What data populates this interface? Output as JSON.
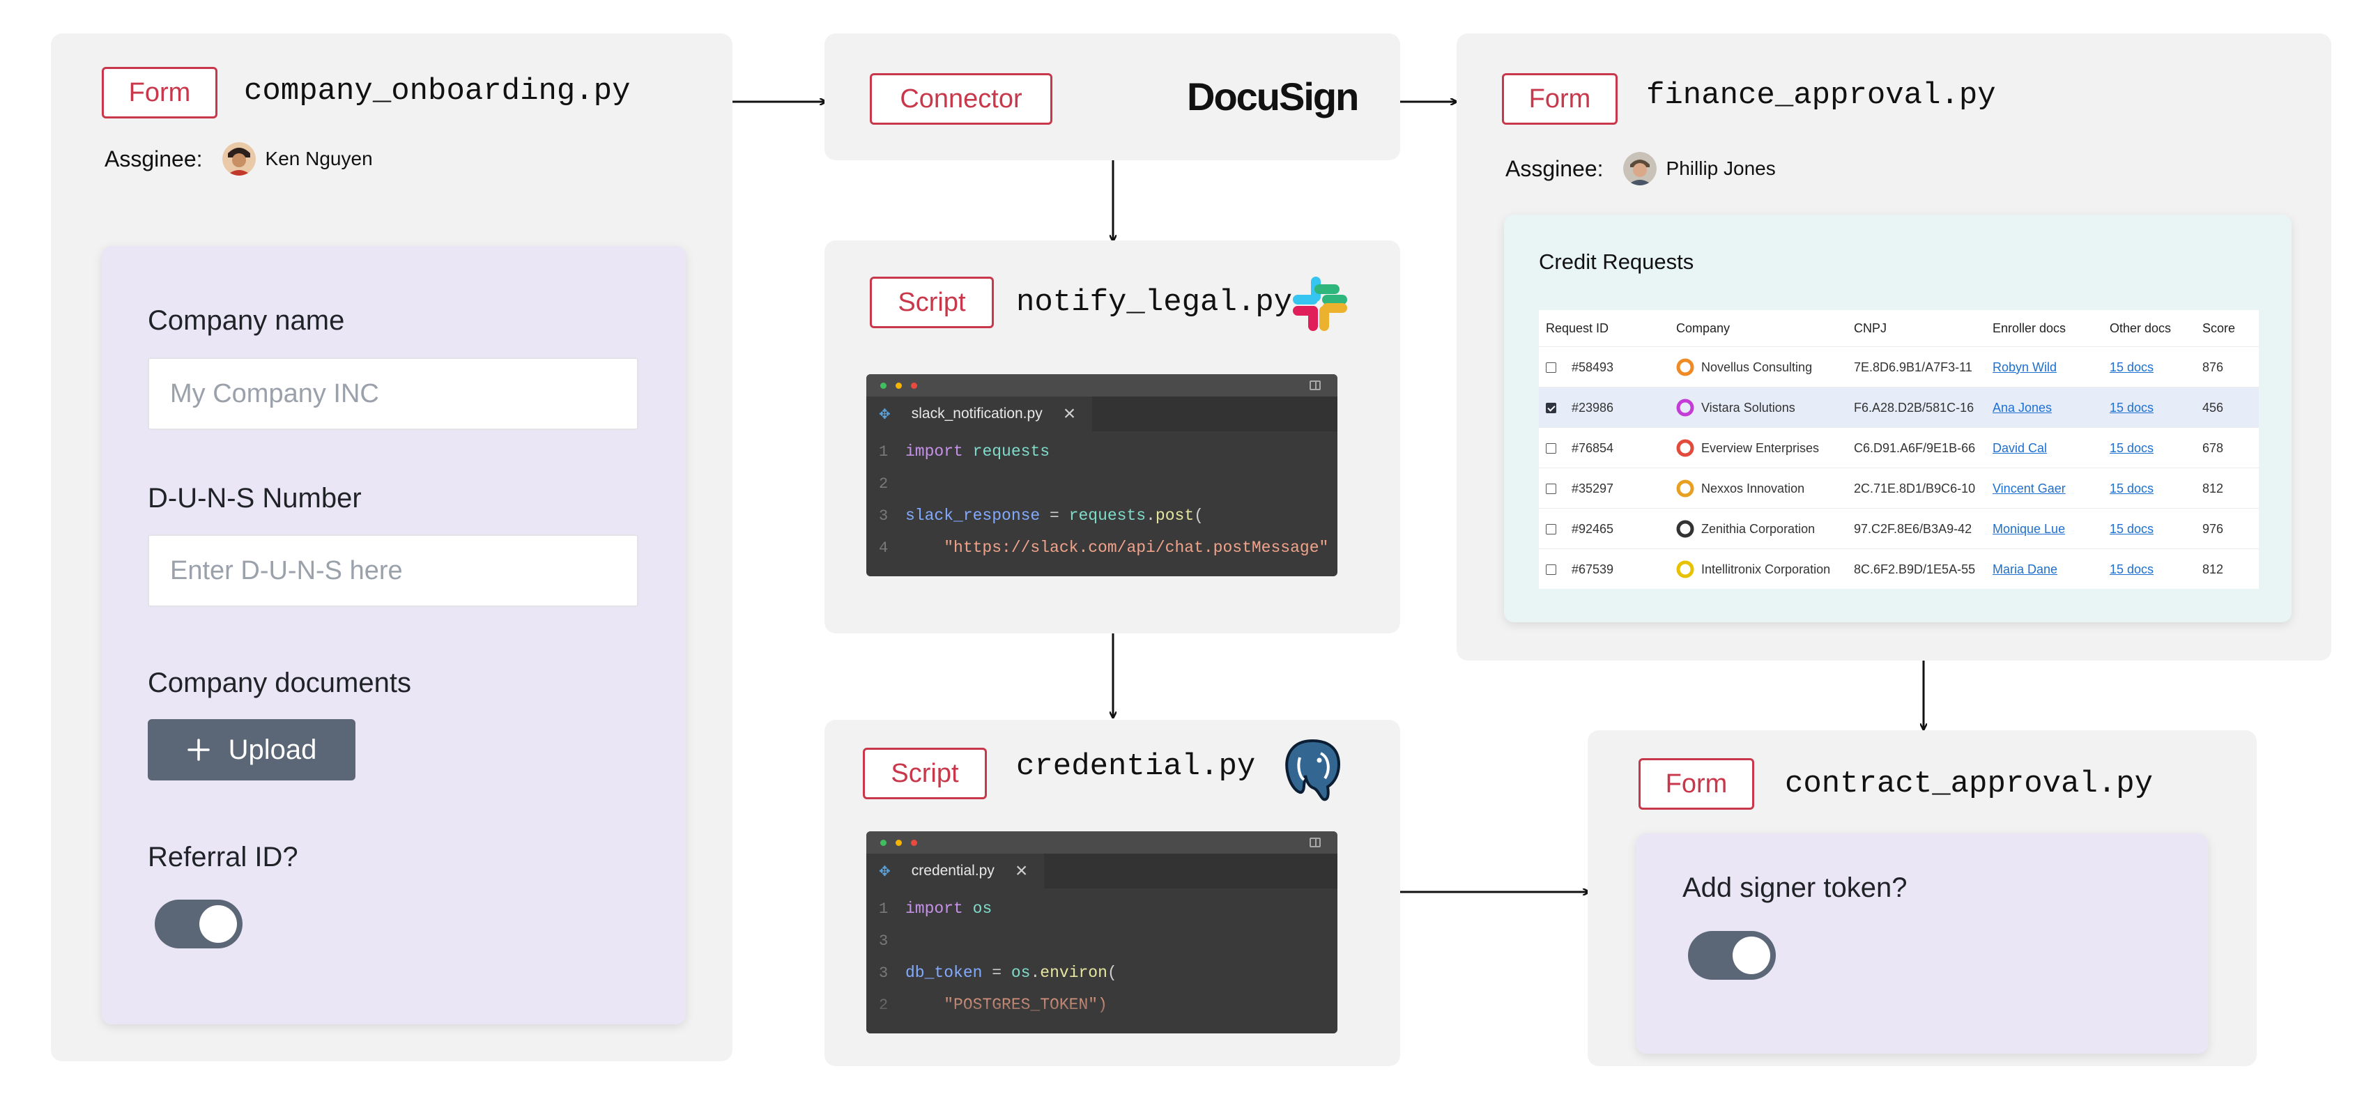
{
  "nodes": {
    "company_onboarding": {
      "tag": "Form",
      "filename": "company_onboarding.py",
      "assignee_label": "Assginee:",
      "assignee_name": "Ken Nguyen",
      "fields": {
        "company_name_label": "Company name",
        "company_name_placeholder": "My Company INC",
        "duns_label": "D-U-N-S Number",
        "duns_placeholder": "Enter D-U-N-S here",
        "documents_label": "Company documents",
        "upload_label": "Upload",
        "referral_label": "Referral ID?",
        "referral_toggle_on": true
      }
    },
    "docusign": {
      "tag": "Connector",
      "brand": "DocuSign"
    },
    "notify_legal": {
      "tag": "Script",
      "filename": "notify_legal.py",
      "icon": "slack-logo-icon",
      "editor": {
        "tab": "slack_notification.py",
        "lines": [
          {
            "n": "1",
            "code": "import requests"
          },
          {
            "n": "2",
            "code": ""
          },
          {
            "n": "3",
            "code": "slack_response = requests.post("
          },
          {
            "n": "4",
            "code": "    \"https://slack.com/api/chat.postMessage\""
          }
        ]
      }
    },
    "credential": {
      "tag": "Script",
      "filename": "credential.py",
      "icon": "postgresql-elephant-icon",
      "editor": {
        "tab": "credential.py",
        "lines": [
          {
            "n": "1",
            "code": "import os"
          },
          {
            "n": "3",
            "code": ""
          },
          {
            "n": "3",
            "code": "db_token = os.environ("
          },
          {
            "n": "2",
            "code": "    \"POSTGRES_TOKEN\")"
          }
        ]
      }
    },
    "finance_approval": {
      "tag": "Form",
      "filename": "finance_approval.py",
      "assignee_label": "Assginee:",
      "assignee_name": "Phillip Jones",
      "table": {
        "title": "Credit Requests",
        "columns": [
          "Request ID",
          "Company",
          "CNPJ",
          "Enroller docs",
          "Other docs",
          "Score"
        ],
        "rows": [
          {
            "checked": false,
            "id": "#58493",
            "company": "Novellus Consulting",
            "cnpj": "7E.8D6.9B1/A7F3-11",
            "enroller": "Robyn Wild",
            "other": "15 docs",
            "score": "876",
            "logo_color": "#f08a24"
          },
          {
            "checked": true,
            "id": "#23986",
            "company": "Vistara Solutions",
            "cnpj": "F6.A28.D2B/581C-16",
            "enroller": "Ana Jones",
            "other": "15 docs",
            "score": "456",
            "logo_color": "#c43bd6"
          },
          {
            "checked": false,
            "id": "#76854",
            "company": "Everview Enterprises",
            "cnpj": "C6.D91.A6F/9E1B-66",
            "enroller": "David Cal",
            "other": "15 docs",
            "score": "678",
            "logo_color": "#e24a3b"
          },
          {
            "checked": false,
            "id": "#35297",
            "company": "Nexxos Innovation",
            "cnpj": "2C.71E.8D1/B9C6-10",
            "enroller": "Vincent Gaer",
            "other": "15 docs",
            "score": "812",
            "logo_color": "#e8a020"
          },
          {
            "checked": false,
            "id": "#92465",
            "company": "Zenithia Corporation",
            "cnpj": "97.C2F.8E6/B3A9-42",
            "enroller": "Monique Lue",
            "other": "15 docs",
            "score": "976",
            "logo_color": "#333333"
          },
          {
            "checked": false,
            "id": "#67539",
            "company": "Intellitronix Corporation",
            "cnpj": "8C.6F2.B9D/1E5A-55",
            "enroller": "Maria Dane",
            "other": "15 docs",
            "score": "812",
            "logo_color": "#e6c200"
          }
        ]
      }
    },
    "contract_approval": {
      "tag": "Form",
      "filename": "contract_approval.py",
      "field_label": "Add signer token?",
      "toggle_on": true
    }
  },
  "colors": {
    "tag_red": "#c8374a",
    "card_bg": "#f2f2f2",
    "form_bg": "#ebe6f5",
    "table_bg": "#e9f4f4",
    "toggle": "#5b6677"
  }
}
